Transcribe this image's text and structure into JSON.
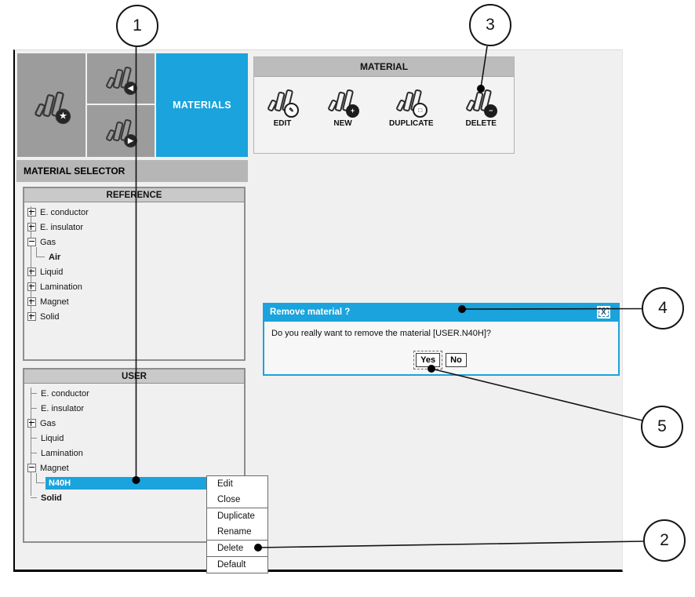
{
  "colors": {
    "accent_blue": "#1aa3dc",
    "button_gray": "#9c9c9c",
    "header_gray": "#bcbcbc",
    "panel_bg": "#f0f0f0"
  },
  "ribbon": {
    "materials_tab": "MATERIALS",
    "star_badge": "★",
    "import_badge": "◀",
    "export_badge": "▶"
  },
  "toolbar": {
    "title": "MATERIAL",
    "buttons": [
      {
        "label": "EDIT",
        "badge": "✎"
      },
      {
        "label": "NEW",
        "badge": "+"
      },
      {
        "label": "DUPLICATE",
        "badge": "□"
      },
      {
        "label": "DELETE",
        "badge": "−"
      }
    ]
  },
  "selector": {
    "title": "MATERIAL SELECTOR",
    "reference": {
      "title": "REFERENCE",
      "items": [
        {
          "label": "E. conductor"
        },
        {
          "label": "E. insulator"
        },
        {
          "label": "Gas"
        },
        {
          "label": "Air"
        },
        {
          "label": "Liquid"
        },
        {
          "label": "Lamination"
        },
        {
          "label": "Magnet"
        },
        {
          "label": "Solid"
        }
      ]
    },
    "user": {
      "title": "USER",
      "items": [
        {
          "label": "E. conductor"
        },
        {
          "label": "E. insulator"
        },
        {
          "label": "Gas"
        },
        {
          "label": "Liquid"
        },
        {
          "label": "Lamination"
        },
        {
          "label": "Magnet"
        },
        {
          "label": "N40H"
        },
        {
          "label": "Solid"
        }
      ]
    }
  },
  "context_menu": {
    "items": [
      "Edit",
      "Close",
      "Duplicate",
      "Rename",
      "Delete",
      "Default"
    ]
  },
  "dialog": {
    "title": "Remove material ?",
    "close_label": "X",
    "message": "Do you really want to remove the material [USER.N40H]?",
    "yes_label": "Yes",
    "no_label": "No"
  },
  "callouts": {
    "labels": [
      "1",
      "2",
      "3",
      "4",
      "5"
    ]
  }
}
